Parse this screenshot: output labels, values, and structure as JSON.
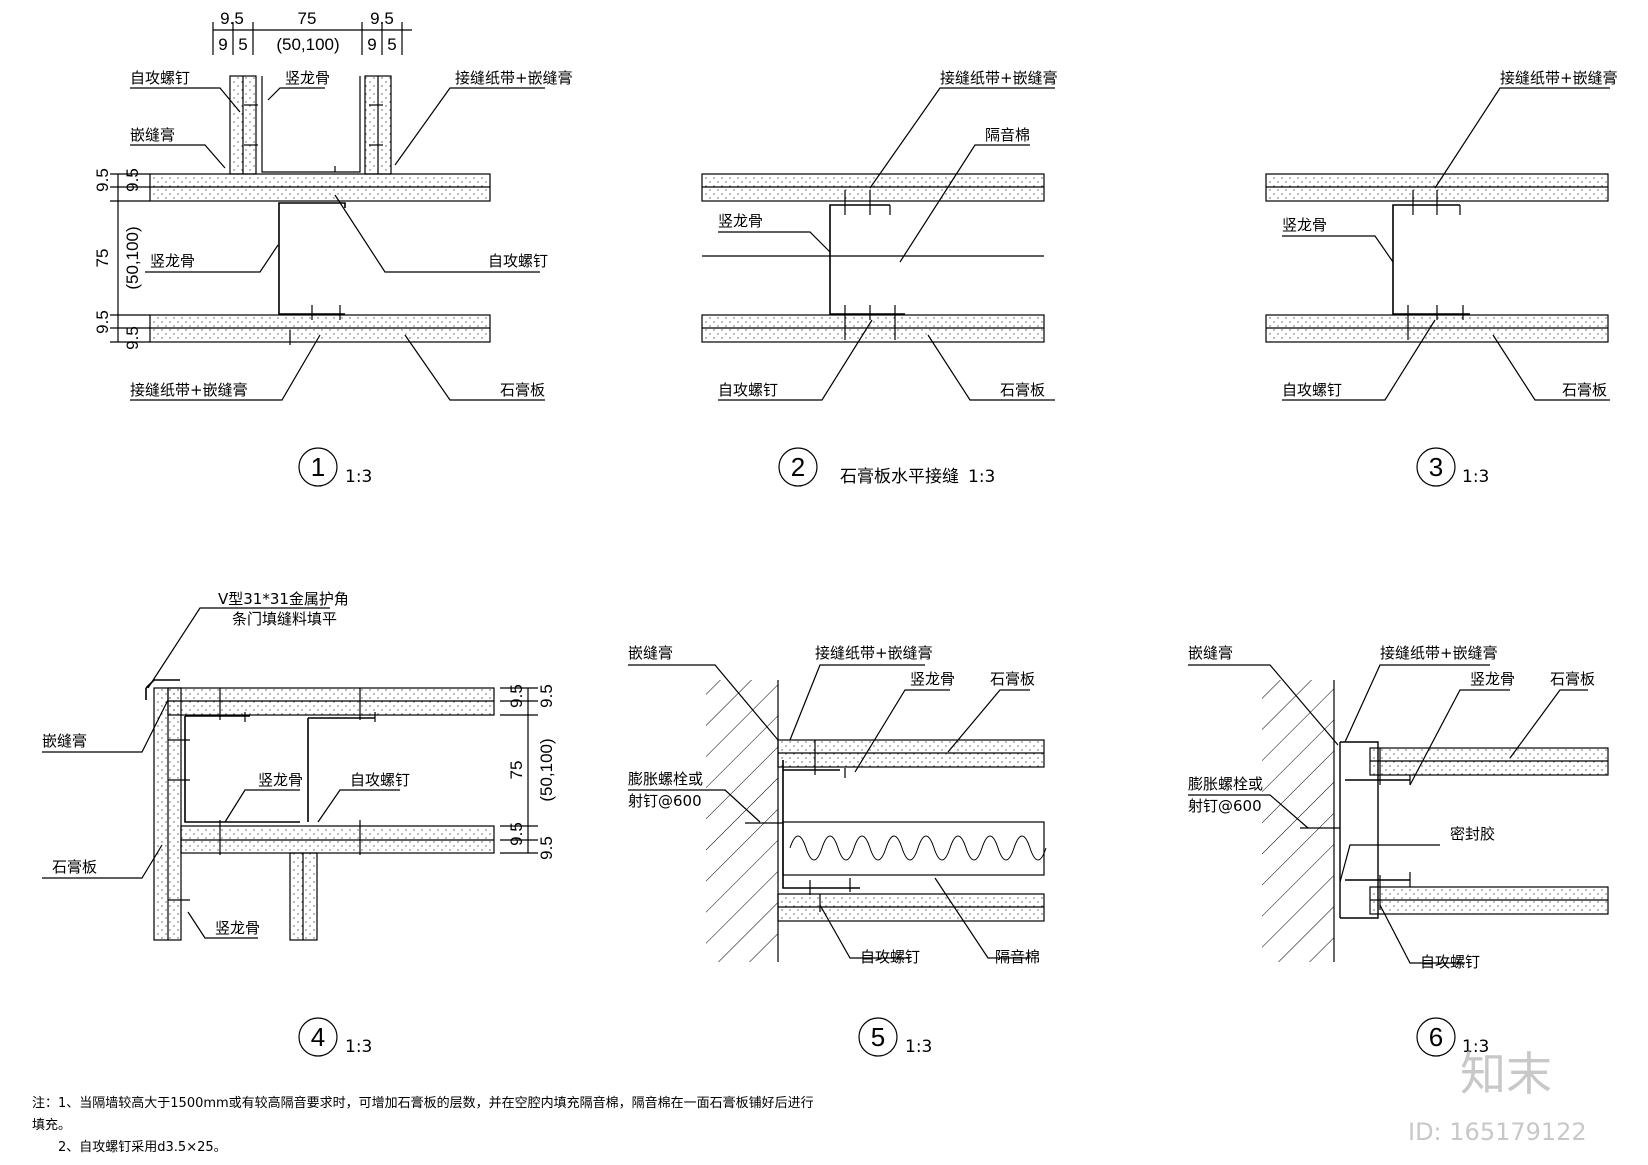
{
  "detail1": {
    "dim_top_a": "9.5",
    "dim_top_b": "75",
    "dim_top_c": "9.5",
    "dim_bot_a": "9",
    "dim_bot_b": "5",
    "dim_paren": "(50,100)",
    "dim_bot_c": "9",
    "dim_bot_d": "5",
    "side_95a": "9.5",
    "side_95b": "9.5",
    "side_75": "75",
    "side_paren": "(50,100)",
    "side_95c": "9.5",
    "side_95d": "9.5",
    "lbl_screw_tl": "自攻螺钉",
    "lbl_stud_top": "竖龙骨",
    "lbl_joint_top": "接缝纸带+嵌缝膏",
    "lbl_caulk": "嵌缝膏",
    "lbl_stud_mid": "竖龙骨",
    "lbl_screw_mid": "自攻螺钉",
    "lbl_joint_bot": "接缝纸带+嵌缝膏",
    "lbl_board": "石膏板",
    "number": "1",
    "scale": "1:3"
  },
  "detail2": {
    "lbl_joint": "接缝纸带+嵌缝膏",
    "lbl_insul": "隔音棉",
    "lbl_stud": "竖龙骨",
    "lbl_screw": "自攻螺钉",
    "lbl_board": "石膏板",
    "number": "2",
    "title": "石膏板水平接缝",
    "scale": "1:3"
  },
  "detail3": {
    "lbl_joint": "接缝纸带+嵌缝膏",
    "lbl_stud": "竖龙骨",
    "lbl_screw": "自攻螺钉",
    "lbl_board": "石膏板",
    "number": "3",
    "scale": "1:3"
  },
  "detail4": {
    "lbl_corner_1": "V型31*31金属护角",
    "lbl_corner_2": "条门填缝料填平",
    "lbl_caulk": "嵌缝膏",
    "lbl_stud_a": "竖龙骨",
    "lbl_screw": "自攻螺钉",
    "lbl_board": "石膏板",
    "lbl_stud_b": "竖龙骨",
    "side_95a": "9.5",
    "side_95b": "9.5",
    "side_75": "75",
    "side_paren": "(50,100)",
    "side_95c": "9.5",
    "side_95d": "9.5",
    "number": "4",
    "scale": "1:3"
  },
  "detail5": {
    "lbl_caulk": "嵌缝膏",
    "lbl_joint": "接缝纸带+嵌缝膏",
    "lbl_stud": "竖龙骨",
    "lbl_board": "石膏板",
    "lbl_bolt_1": "膨胀螺栓或",
    "lbl_bolt_2": "射钉@600",
    "lbl_screw": "自攻螺钉",
    "lbl_insul": "隔音棉",
    "number": "5",
    "scale": "1:3"
  },
  "detail6": {
    "lbl_caulk": "嵌缝膏",
    "lbl_joint": "接缝纸带+嵌缝膏",
    "lbl_stud": "竖龙骨",
    "lbl_board": "石膏板",
    "lbl_bolt_1": "膨胀螺栓或",
    "lbl_bolt_2": "射钉@600",
    "lbl_seal": "密封胶",
    "lbl_screw": "自攻螺钉",
    "number": "6",
    "scale": "1:3"
  },
  "notes": {
    "line1": "注：1、当隔墙较高大于1500mm或有较高隔音要求时，可增加石膏板的层数，并在空腔内填充隔音棉，隔音棉在一面石膏板铺好后进行",
    "line2": "填充。",
    "line3": "2、自攻螺钉采用d3.5×25。"
  },
  "watermark": {
    "brand": "知末",
    "id": "ID: 165179122"
  }
}
